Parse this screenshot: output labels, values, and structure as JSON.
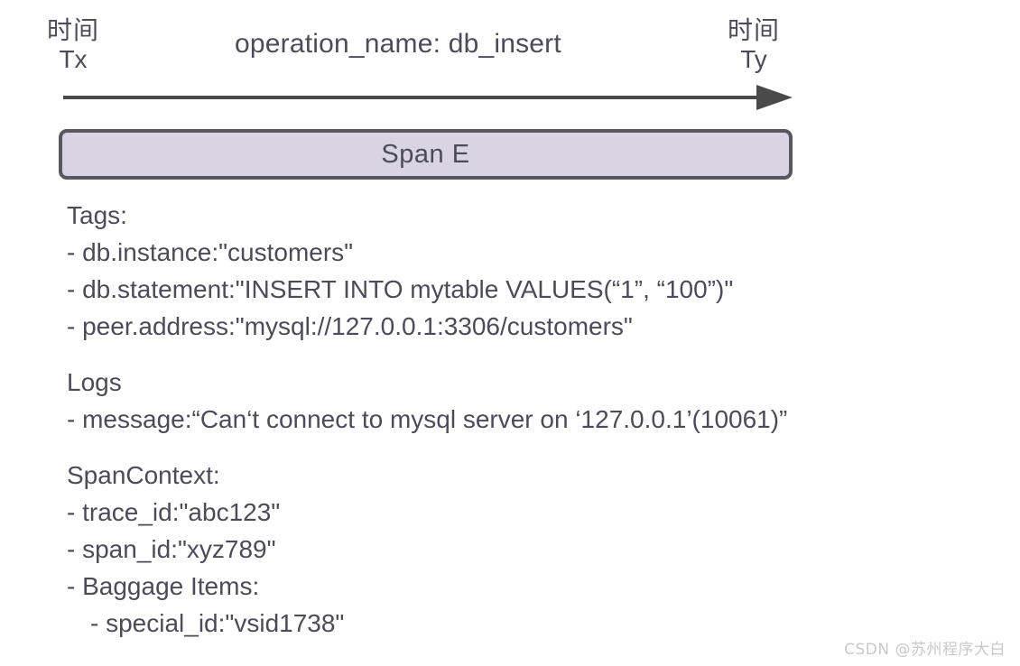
{
  "timeline": {
    "start_label": {
      "cn": "时间",
      "latin": "Tx"
    },
    "end_label": {
      "cn": "时间",
      "latin": "Ty"
    },
    "operation_title": "operation_name: db_insert",
    "arrow_color": "#4a4a4a"
  },
  "span": {
    "label": "Span E",
    "fill_color": "#d9d4e4",
    "border_color": "#58585e"
  },
  "sections": [
    {
      "title": "Tags:",
      "lines": [
        {
          "text": "- db.instance:\"customers\"",
          "indent": false
        },
        {
          "text": "- db.statement:\"INSERT INTO mytable VALUES(“1”, “100”)\"",
          "indent": false
        },
        {
          "text": "- peer.address:\"mysql://127.0.0.1:3306/customers\"",
          "indent": false
        }
      ]
    },
    {
      "title": "Logs",
      "lines": [
        {
          "text": "- message:“Can‘t connect to mysql server on ‘127.0.0.1’(10061)”",
          "indent": false
        }
      ]
    },
    {
      "title": "SpanContext:",
      "lines": [
        {
          "text": "- trace_id:\"abc123\"",
          "indent": false
        },
        {
          "text": "- span_id:\"xyz789\"",
          "indent": false
        },
        {
          "text": "- Baggage Items:",
          "indent": false
        },
        {
          "text": "- special_id:\"vsid1738\"",
          "indent": true
        }
      ]
    }
  ],
  "watermark": "CSDN @苏州程序大白",
  "text_color": "#4c4c58"
}
